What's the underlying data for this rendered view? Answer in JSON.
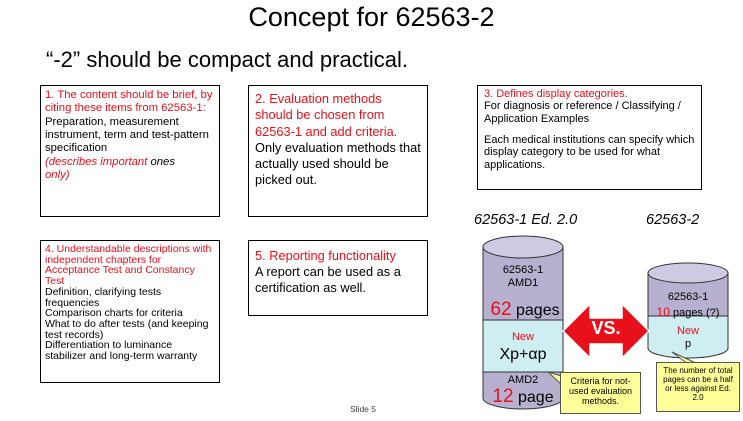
{
  "title": "Concept for 62563-2",
  "subtitle": "“-2” should be compact and practical.",
  "box1": {
    "red_text": "1. The content should be brief, by citing these items from 62563-1:",
    "black_text": " Preparation, measurement instrument, term and test-pattern specification",
    "italic_a": "(describes important ",
    "italic_b": "ones",
    "italic_c": "only)"
  },
  "box2": {
    "red_text": "2. Evaluation methods should be chosen from 62563-1 and add criteria.",
    "black_text": "Only evaluation methods that actually used should be picked out."
  },
  "box3": {
    "red_text": "3. Defines display categories.",
    "line1": "For diagnosis or reference / Classifying / Application Examples",
    "line2": "Each medical institutions can specify which display category to be used for what applications."
  },
  "box4": {
    "red_text": "4. Understandable descriptions with independent chapters for Acceptance Test and Constancy Test",
    "items": [
      "Definition, clarifying tests frequencies",
      "Comparison charts for criteria",
      "What to do after tests (and keeping test records)",
      "Differentiation to luminance stabilizer and long-term warranty"
    ]
  },
  "box5": {
    "red_text": "5. Reporting functionality",
    "black_text": "A report can be used as a certification as well."
  },
  "comparison": {
    "left_label": "62563-1 Ed. 2.0",
    "right_label": "62563-2",
    "vs": "VS.",
    "left_cylinder": {
      "top_name": "62563-1",
      "top_sub": "AMD1",
      "top_pages_num": "62",
      "top_pages_word": " pages",
      "new_label": "New",
      "new_formula": "Xp+αp",
      "bottom_name": "AMD2",
      "bottom_pages_num": "12",
      "bottom_pages_word": " page"
    },
    "right_cylinder": {
      "name": "62563-1",
      "pages_num": "10",
      "pages_word": " pages (?)",
      "new_label": "New",
      "new_value": "p"
    },
    "callout_left": "Criteria for not-used evaluation methods.",
    "callout_right": "The number of total pages can be a half or less against  Ed. 2.0"
  },
  "footer": {
    "slide": "Slide 5"
  },
  "colors": {
    "red": "#e8101a",
    "cylinder_fill": "#b7b1cf",
    "band_fill": "#cfeef2",
    "callout": "#ffff99"
  }
}
